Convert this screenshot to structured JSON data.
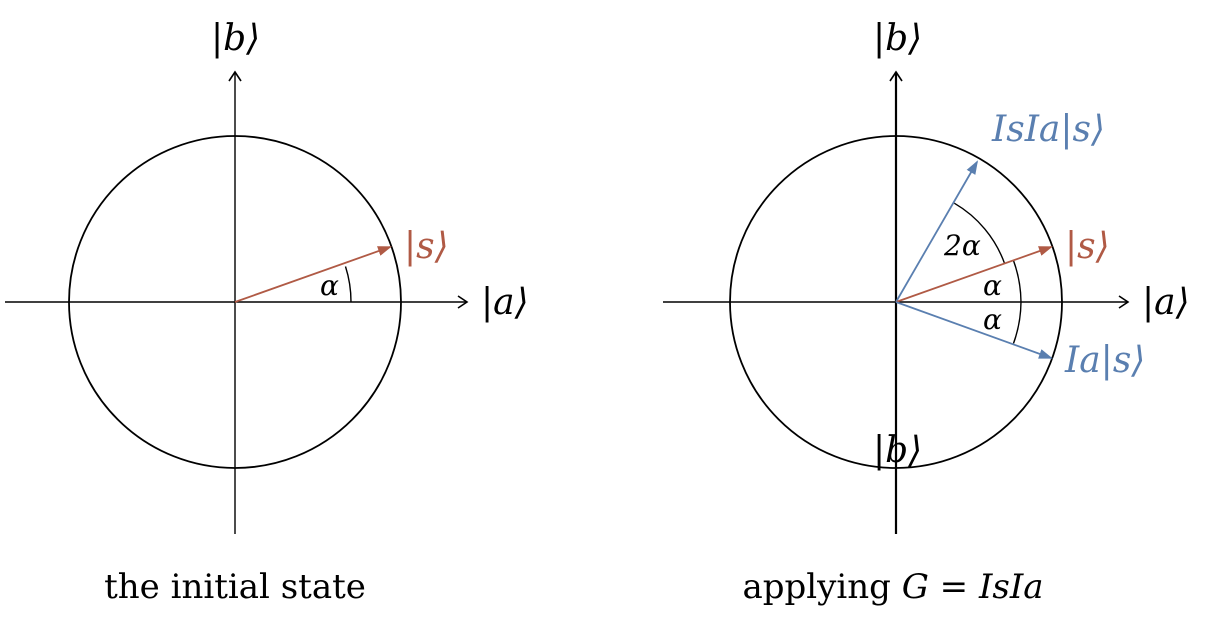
{
  "colors": {
    "state_vector": "#b05a45",
    "reflected_vectors": "#5a7fb0",
    "axes": "#000000"
  },
  "left_panel": {
    "axis_x_label": "|a⟩",
    "axis_y_label": "|b⟩",
    "vector_s_label": "|s⟩",
    "angle_label": "α",
    "caption": "the initial state"
  },
  "right_panel": {
    "axis_x_label": "|a⟩",
    "axis_y_label_top": "|b⟩",
    "axis_y_label_bottom": "|b⟩",
    "vector_s_label": "|s⟩",
    "vector_isia_label": "IsIa|s⟩",
    "vector_ia_label": "Ia|s⟩",
    "angle_2alpha_label": "2α",
    "angle_alpha_upper_label": "α",
    "angle_alpha_lower_label": "α",
    "caption_prefix": "applying ",
    "caption_formula": "G = IsIa"
  }
}
